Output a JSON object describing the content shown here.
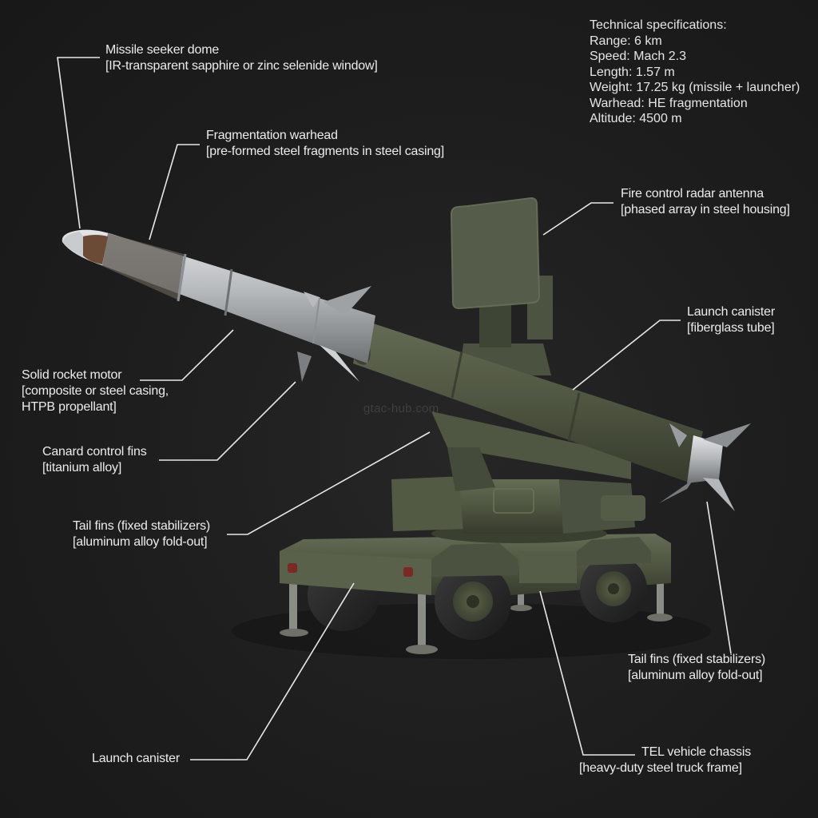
{
  "specs": {
    "heading": "Technical specifications:",
    "lines": [
      "Range: 6 km",
      "Speed: Mach 2.3",
      "Length: 1.57 m",
      "Weight: 17.25 kg (missile + launcher)",
      "Warhead: HE fragmentation",
      "Altitude: 4500 m"
    ]
  },
  "callouts": {
    "seeker": {
      "title": "Missile seeker dome",
      "sub": "[IR-transparent sapphire or zinc selenide window]"
    },
    "warhead": {
      "title": "Fragmentation warhead",
      "sub": "[pre-formed steel fragments in steel casing]"
    },
    "radar": {
      "title": "Fire control radar antenna",
      "sub": "[phased array in steel housing]"
    },
    "canister_right": {
      "title": "Launch canister",
      "sub": "[fiberglass tube]"
    },
    "motor": {
      "title": "Solid rocket motor",
      "sub": "[composite or steel casing,",
      "sub2": "HTPB propellant]"
    },
    "canards": {
      "title": "Canard control fins",
      "sub": "[titanium alloy]"
    },
    "tail_left": {
      "title": "Tail fins (fixed stabilizers)",
      "sub": "[aluminum alloy fold-out]"
    },
    "tail_right": {
      "title": "Tail fins (fixed stabilizers)",
      "sub": "[aluminum alloy fold-out]"
    },
    "canister_bottom": {
      "title": "Launch canister"
    },
    "chassis": {
      "title": "TEL vehicle chassis",
      "sub": "[heavy-duty steel truck frame]"
    }
  },
  "watermark": "gtac-hub.com",
  "colors": {
    "background": "#1c1c1c",
    "olive": "#4e5540",
    "olive_dark": "#3a3f2f",
    "missile_silver": "#b9bcbf",
    "text": "#ececec",
    "leader_line": "#e8e8e8"
  }
}
